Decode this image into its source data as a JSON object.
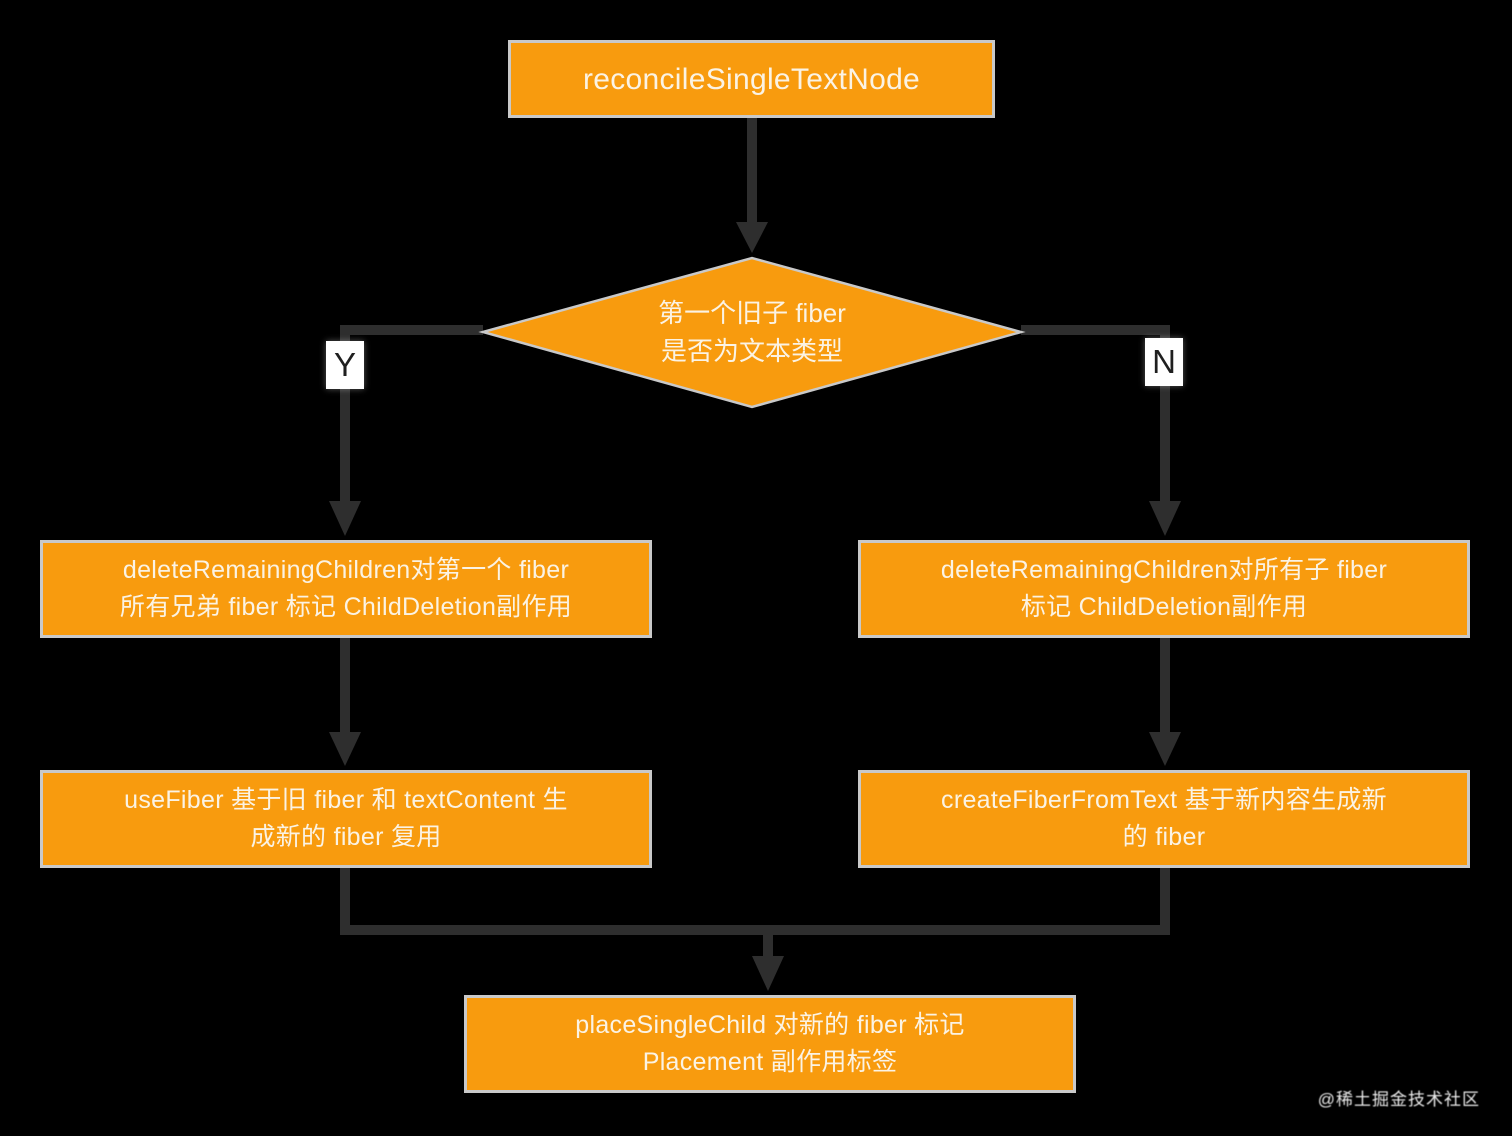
{
  "colors": {
    "bg": "#000000",
    "nodeFill": "#F89B0E",
    "nodeBorder": "#C9C9C9",
    "line": "#2E2E2E",
    "nodeText": "#FBF3E4",
    "labelBg": "#FFFFFF",
    "labelText": "#1F1F1F"
  },
  "flowchart": {
    "start": "reconcileSingleTextNode",
    "decision": [
      "第一个旧子 fiber",
      "是否为文本类型"
    ],
    "branch_yes_label": "Y",
    "branch_no_label": "N",
    "yes_step1": [
      "deleteRemainingChildren对第一个 fiber",
      "所有兄弟 fiber 标记 ChildDeletion副作用"
    ],
    "no_step1": [
      "deleteRemainingChildren对所有子 fiber",
      "标记 ChildDeletion副作用"
    ],
    "yes_step2": [
      "useFiber 基于旧 fiber 和 textContent 生",
      "成新的 fiber 复用"
    ],
    "no_step2": [
      "createFiberFromText 基于新内容生成新",
      "的 fiber"
    ],
    "merge_step": [
      "placeSingleChild 对新的 fiber 标记",
      "Placement 副作用标签"
    ]
  },
  "watermark": "@稀土掘金技术社区"
}
